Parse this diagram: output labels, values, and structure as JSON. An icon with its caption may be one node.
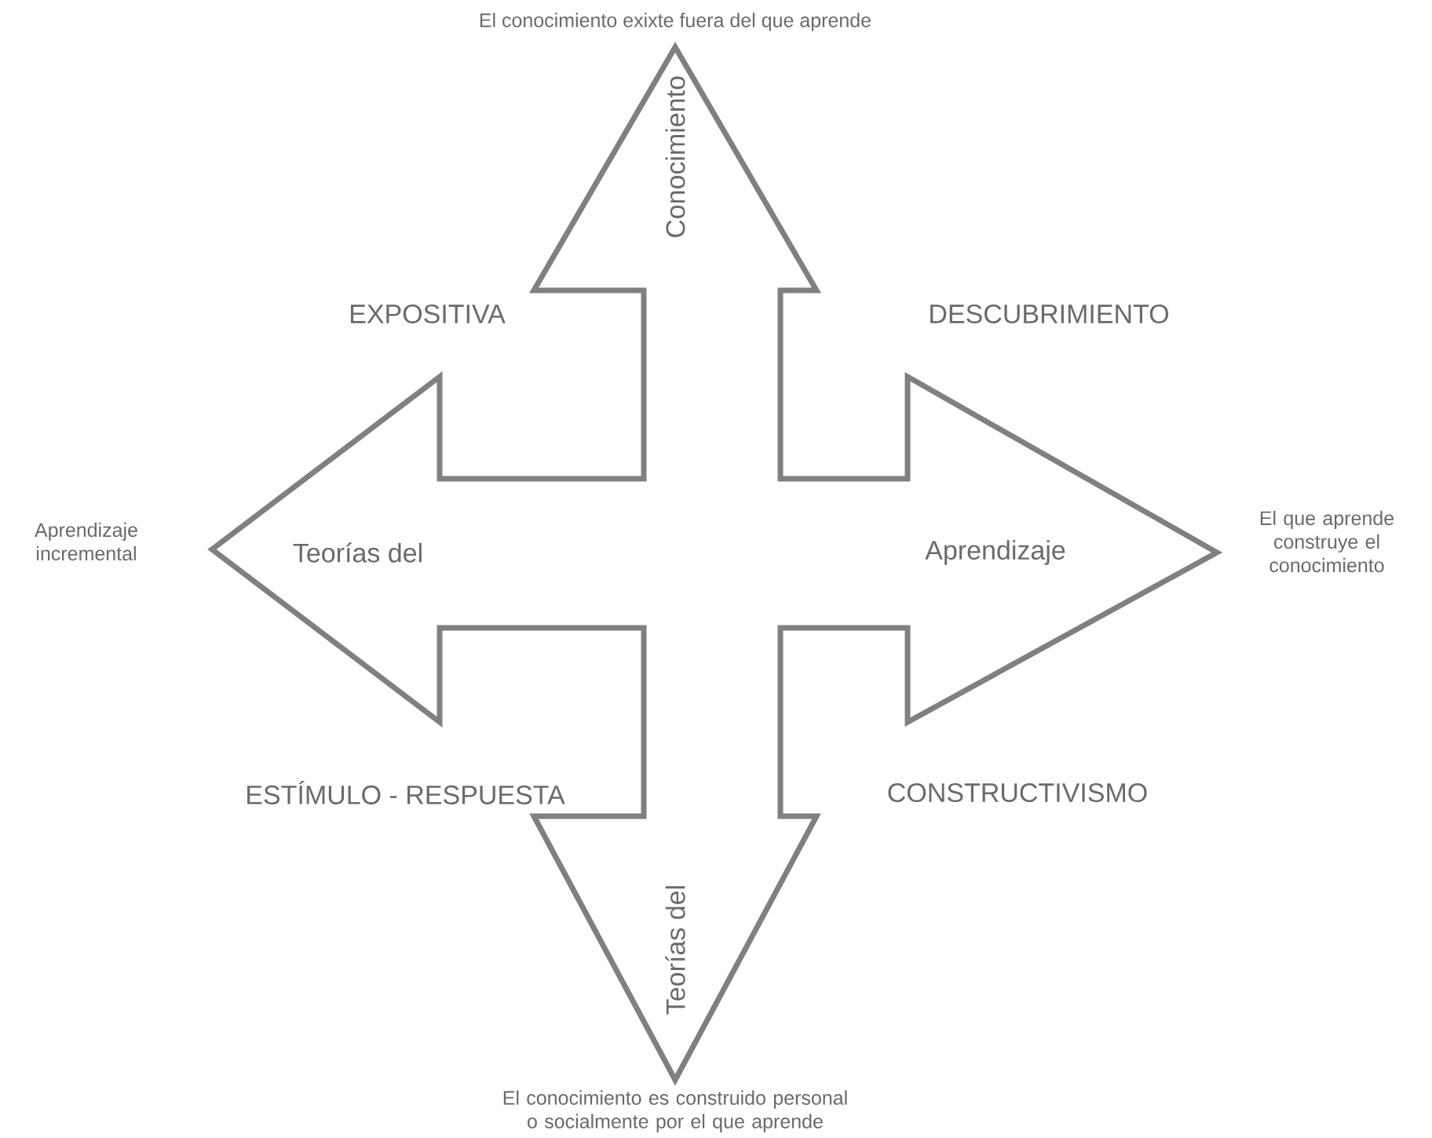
{
  "diagram": {
    "nodes": [
      {
        "text": [
          "Conocimiento"
        ]
      },
      {
        "text": [
          "Teorías del"
        ]
      },
      {
        "text": [
          "Aprendizaje"
        ]
      },
      {
        "text": [
          "Teorías del"
        ]
      }
    ],
    "labels": [
      "El conocimiento exixte fuera del que aprende",
      "EXPOSITIVA",
      "DESCUBRIMIENTO",
      "Aprendizaje incremental",
      "El que aprende construye el conocimiento",
      "ESTÍMULO - RESPUESTA",
      "CONSTRUCTIVISMO",
      "El conocimiento es construido personal o socialmente por el que aprende"
    ]
  }
}
